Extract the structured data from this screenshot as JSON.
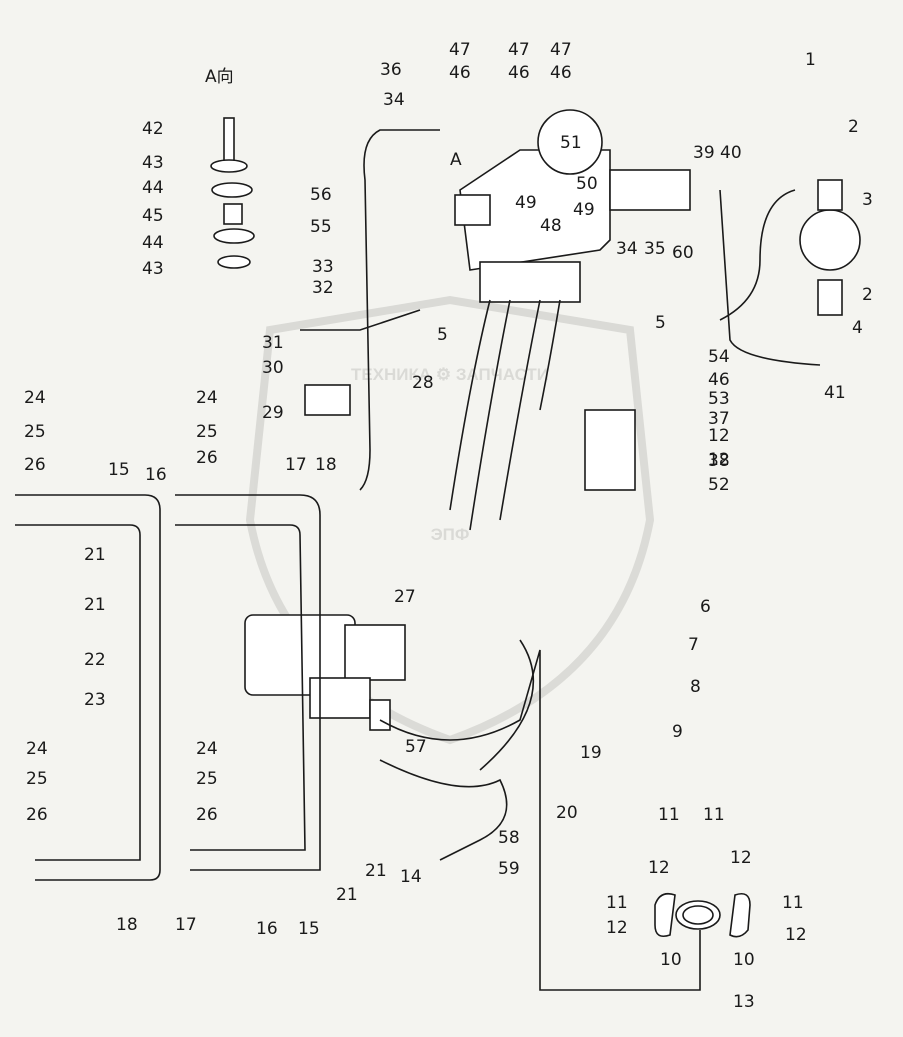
{
  "view_label": "А向",
  "watermark": {
    "brand": "ТЕХНИКА ⚙ ЗАПЧАСТИ",
    "logo": "ЭПФ"
  },
  "colors": {
    "ink": "#1a1a1a",
    "paper": "#f4f4f0",
    "watermark": "#d8d8d4"
  },
  "callouts": [
    {
      "n": "1"
    },
    {
      "n": "2"
    },
    {
      "n": "2"
    },
    {
      "n": "3"
    },
    {
      "n": "4"
    },
    {
      "n": "5"
    },
    {
      "n": "5"
    },
    {
      "n": "6"
    },
    {
      "n": "7"
    },
    {
      "n": "8"
    },
    {
      "n": "9"
    },
    {
      "n": "10"
    },
    {
      "n": "10"
    },
    {
      "n": "11"
    },
    {
      "n": "11"
    },
    {
      "n": "11"
    },
    {
      "n": "11"
    },
    {
      "n": "12"
    },
    {
      "n": "12"
    },
    {
      "n": "12"
    },
    {
      "n": "12"
    },
    {
      "n": "12"
    },
    {
      "n": "12"
    },
    {
      "n": "13"
    },
    {
      "n": "14"
    },
    {
      "n": "15"
    },
    {
      "n": "15"
    },
    {
      "n": "16"
    },
    {
      "n": "16"
    },
    {
      "n": "17"
    },
    {
      "n": "17"
    },
    {
      "n": "18"
    },
    {
      "n": "18"
    },
    {
      "n": "19"
    },
    {
      "n": "20"
    },
    {
      "n": "21"
    },
    {
      "n": "21"
    },
    {
      "n": "21"
    },
    {
      "n": "21"
    },
    {
      "n": "22"
    },
    {
      "n": "23"
    },
    {
      "n": "24"
    },
    {
      "n": "24"
    },
    {
      "n": "24"
    },
    {
      "n": "24"
    },
    {
      "n": "25"
    },
    {
      "n": "25"
    },
    {
      "n": "25"
    },
    {
      "n": "25"
    },
    {
      "n": "26"
    },
    {
      "n": "26"
    },
    {
      "n": "26"
    },
    {
      "n": "26"
    },
    {
      "n": "27"
    },
    {
      "n": "28"
    },
    {
      "n": "29"
    },
    {
      "n": "30"
    },
    {
      "n": "31"
    },
    {
      "n": "32"
    },
    {
      "n": "33"
    },
    {
      "n": "34"
    },
    {
      "n": "34"
    },
    {
      "n": "35"
    },
    {
      "n": "36"
    },
    {
      "n": "37"
    },
    {
      "n": "38"
    },
    {
      "n": "39"
    },
    {
      "n": "40"
    },
    {
      "n": "41"
    },
    {
      "n": "42"
    },
    {
      "n": "43"
    },
    {
      "n": "43"
    },
    {
      "n": "44"
    },
    {
      "n": "44"
    },
    {
      "n": "45"
    },
    {
      "n": "46"
    },
    {
      "n": "46"
    },
    {
      "n": "46"
    },
    {
      "n": "46"
    },
    {
      "n": "47"
    },
    {
      "n": "47"
    },
    {
      "n": "47"
    },
    {
      "n": "48"
    },
    {
      "n": "49"
    },
    {
      "n": "49"
    },
    {
      "n": "50"
    },
    {
      "n": "51"
    },
    {
      "n": "52"
    },
    {
      "n": "53"
    },
    {
      "n": "54"
    },
    {
      "n": "55"
    },
    {
      "n": "56"
    },
    {
      "n": "57"
    },
    {
      "n": "58"
    },
    {
      "n": "59"
    },
    {
      "n": "60"
    },
    {
      "n": "A"
    }
  ]
}
